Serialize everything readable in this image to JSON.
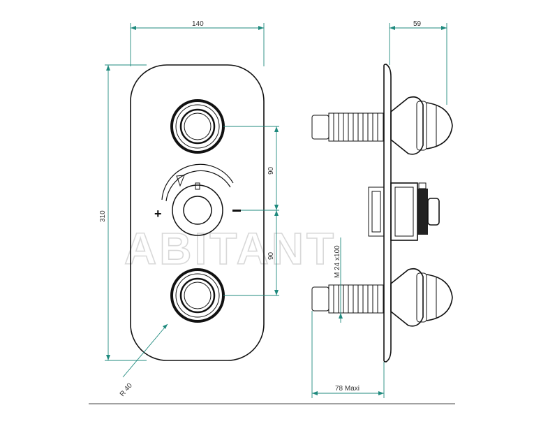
{
  "watermark": "ABITANT",
  "dimensions": {
    "front_width": "140",
    "front_height": "310",
    "spacing_upper": "90",
    "spacing_lower": "90",
    "corner_radius": "R 40",
    "side_depth": "59",
    "side_max_depth": "78 Maxi",
    "thread": "M 24 x100"
  },
  "handle_symbol": "+",
  "colors": {
    "outline": "#111111",
    "dimension": "#1f8a7e",
    "watermark": "#d8d8d8"
  }
}
